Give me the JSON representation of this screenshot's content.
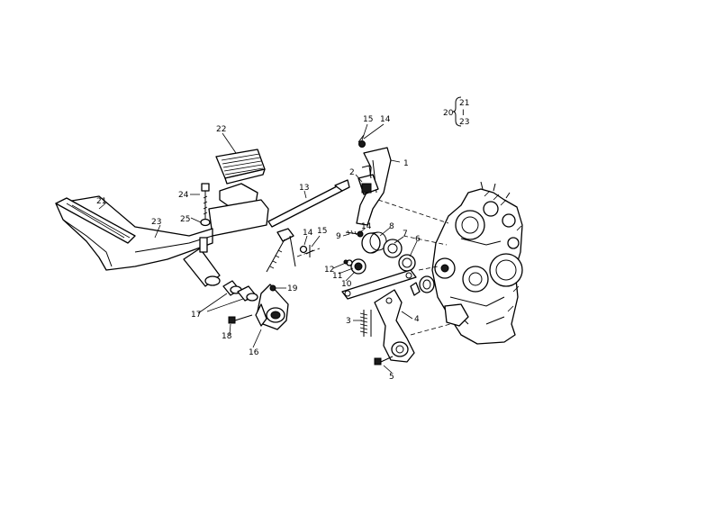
{
  "diagram": {
    "callouts": [
      {
        "id": "c1",
        "text": "1"
      },
      {
        "id": "c2",
        "text": "2"
      },
      {
        "id": "c3",
        "text": "3"
      },
      {
        "id": "c4",
        "text": "4"
      },
      {
        "id": "c5",
        "text": "5"
      },
      {
        "id": "c6",
        "text": "6"
      },
      {
        "id": "c7",
        "text": "7"
      },
      {
        "id": "c8",
        "text": "8"
      },
      {
        "id": "c9",
        "text": "9"
      },
      {
        "id": "c10",
        "text": "10"
      },
      {
        "id": "c11",
        "text": "11"
      },
      {
        "id": "c12",
        "text": "12"
      },
      {
        "id": "c13",
        "text": "13"
      },
      {
        "id": "c14a",
        "text": "14"
      },
      {
        "id": "c14b",
        "text": "14"
      },
      {
        "id": "c14c",
        "text": "14"
      },
      {
        "id": "c15a",
        "text": "15"
      },
      {
        "id": "c15b",
        "text": "15"
      },
      {
        "id": "c16",
        "text": "16"
      },
      {
        "id": "c17",
        "text": "17"
      },
      {
        "id": "c18",
        "text": "18"
      },
      {
        "id": "c19",
        "text": "19"
      },
      {
        "id": "c21",
        "text": "21"
      },
      {
        "id": "c22",
        "text": "22"
      },
      {
        "id": "c23",
        "text": "23"
      },
      {
        "id": "c24",
        "text": "24"
      },
      {
        "id": "c25",
        "text": "25"
      }
    ],
    "legend": {
      "group": "20",
      "items": [
        "21",
        "23"
      ],
      "separator": "I"
    }
  }
}
